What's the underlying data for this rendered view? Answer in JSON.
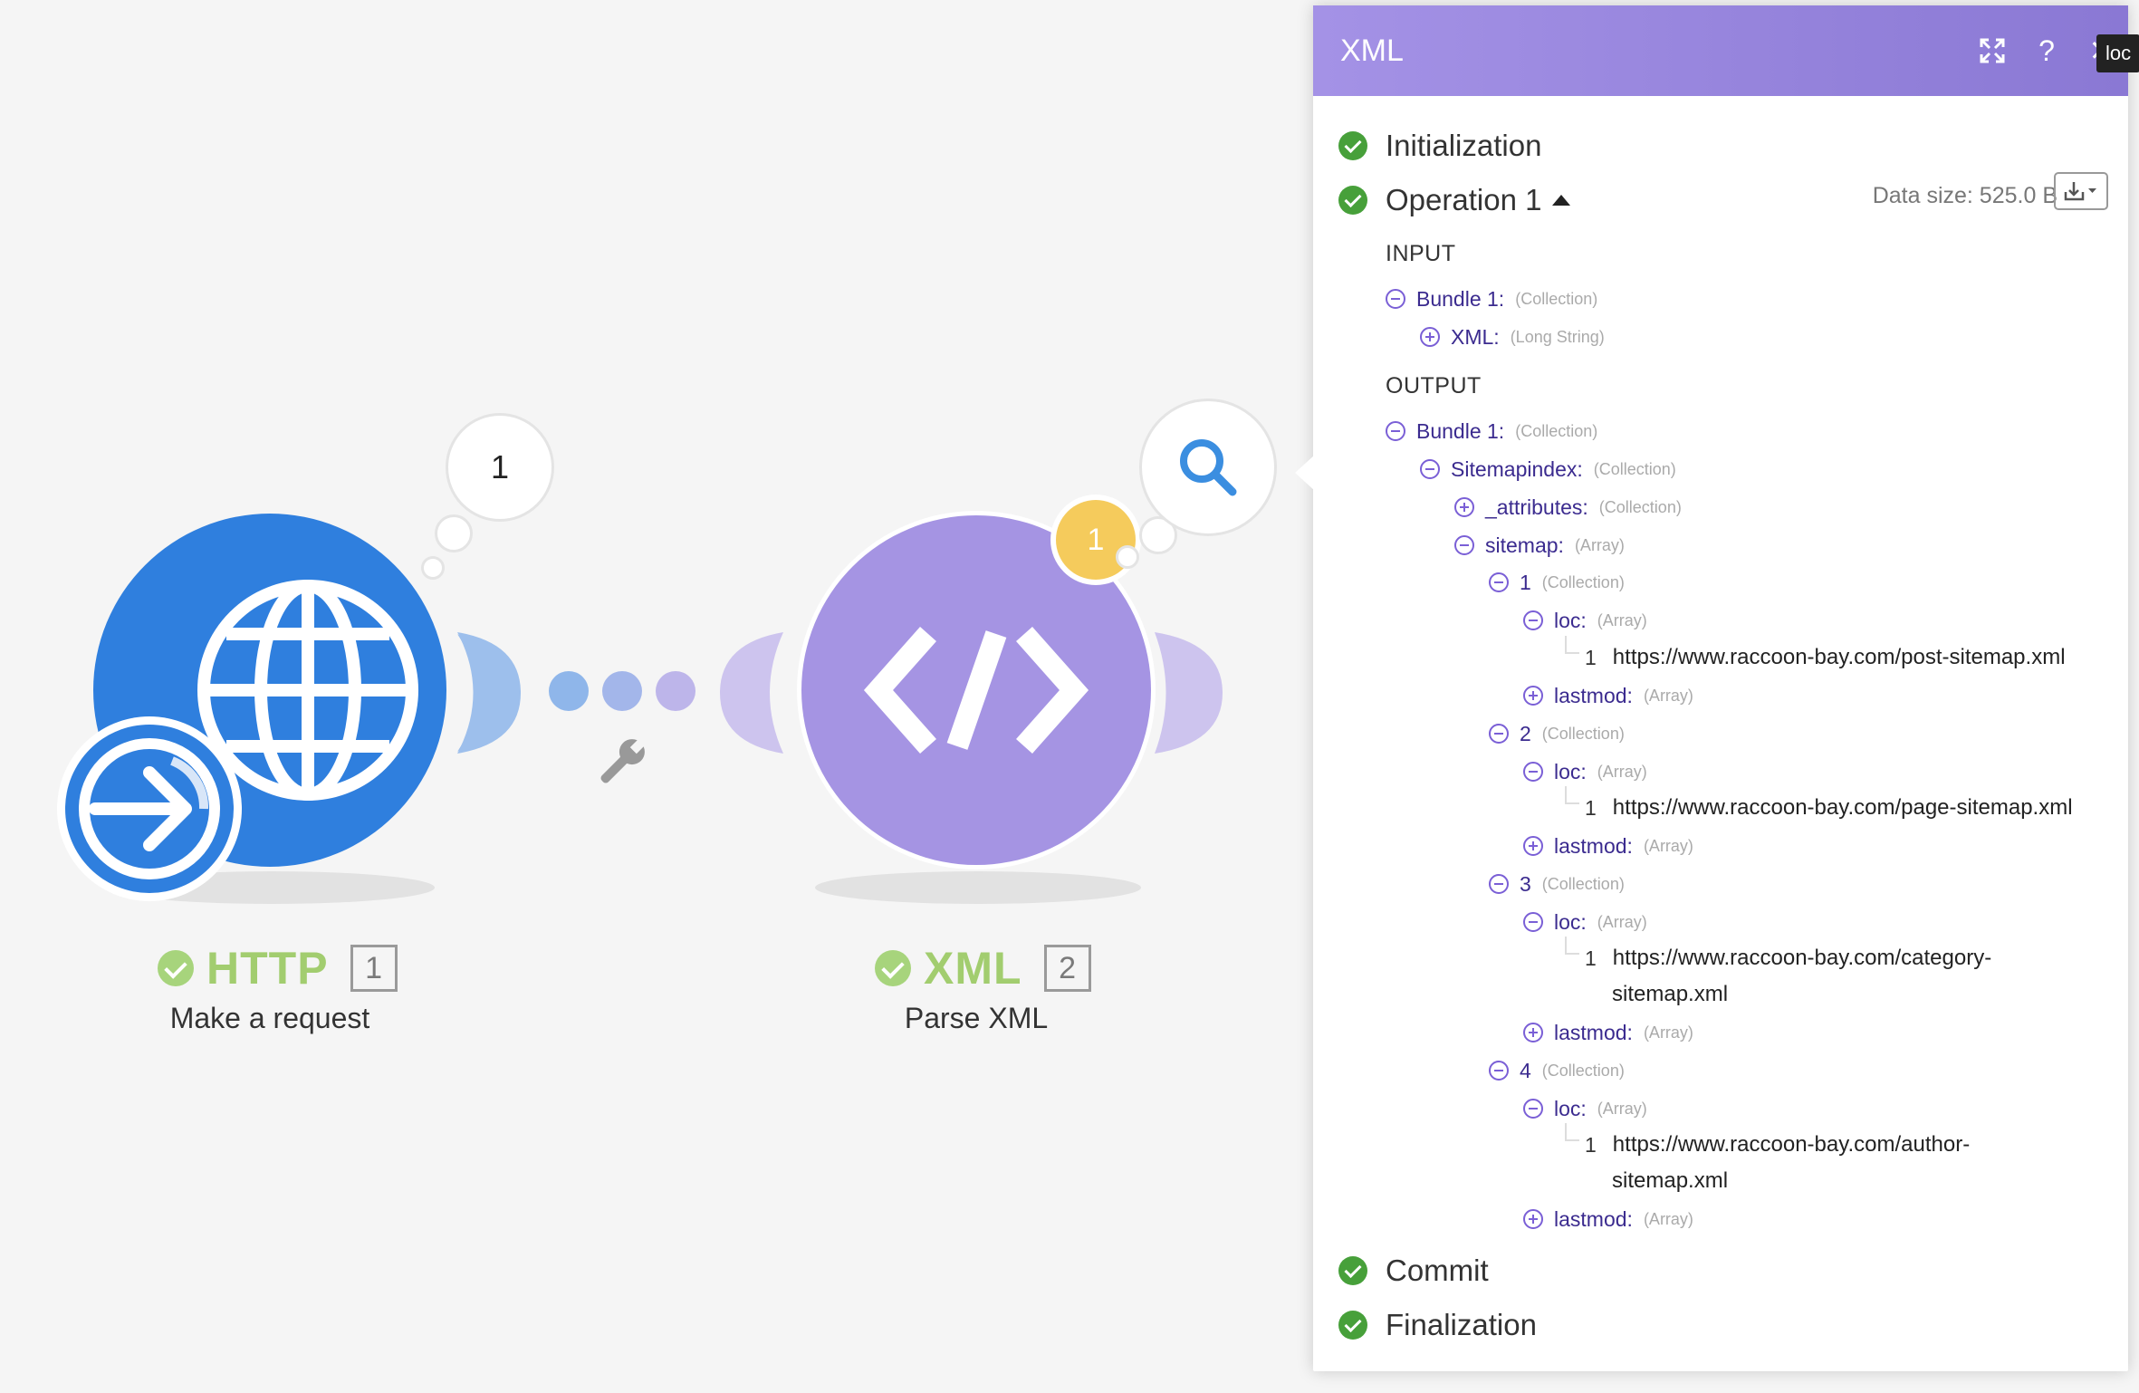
{
  "scenario": {
    "http_module": {
      "title": "HTTP",
      "number": "1",
      "subtitle": "Make a request",
      "bubble_count": "1"
    },
    "xml_module": {
      "title": "XML",
      "number": "2",
      "subtitle": "Parse XML",
      "badge_count": "1"
    }
  },
  "panel": {
    "title": "XML",
    "tooltip": "loc",
    "stages": {
      "initialization": "Initialization",
      "operation": "Operation 1",
      "commit": "Commit",
      "finalization": "Finalization"
    },
    "data_size": "Data size: 525.0 B",
    "input_label": "INPUT",
    "output_label": "OUTPUT",
    "input": {
      "bundle_key": "Bundle 1:",
      "bundle_type": "(Collection)",
      "xml_key": "XML:",
      "xml_type": "(Long String)"
    },
    "output": {
      "bundle_key": "Bundle 1:",
      "bundle_type": "(Collection)",
      "sitemapindex_key": "Sitemapindex:",
      "sitemapindex_type": "(Collection)",
      "attributes_key": "_attributes:",
      "attributes_type": "(Collection)",
      "sitemap_key": "sitemap:",
      "sitemap_type": "(Array)",
      "items": [
        {
          "index": "1",
          "type": "(Collection)",
          "loc_key": "loc:",
          "loc_type": "(Array)",
          "loc_index": "1",
          "loc_line1": "https://www.raccoon-bay.com/post-sitemap.xml",
          "loc_line2": "",
          "lastmod_key": "lastmod:",
          "lastmod_type": "(Array)"
        },
        {
          "index": "2",
          "type": "(Collection)",
          "loc_key": "loc:",
          "loc_type": "(Array)",
          "loc_index": "1",
          "loc_line1": "https://www.raccoon-bay.com/page-sitemap.xml",
          "loc_line2": "",
          "lastmod_key": "lastmod:",
          "lastmod_type": "(Array)"
        },
        {
          "index": "3",
          "type": "(Collection)",
          "loc_key": "loc:",
          "loc_type": "(Array)",
          "loc_index": "1",
          "loc_line1": "https://www.raccoon-bay.com/category-",
          "loc_line2": "sitemap.xml",
          "lastmod_key": "lastmod:",
          "lastmod_type": "(Array)"
        },
        {
          "index": "4",
          "type": "(Collection)",
          "loc_key": "loc:",
          "loc_type": "(Array)",
          "loc_index": "1",
          "loc_line1": "https://www.raccoon-bay.com/author-",
          "loc_line2": "sitemap.xml",
          "lastmod_key": "lastmod:",
          "lastmod_type": "(Array)"
        }
      ]
    }
  },
  "colors": {
    "http_blue": "#2f7fde",
    "xml_purple": "#a594e3",
    "panel_header": "#9685dd",
    "success_green": "#47a03a",
    "module_title_green": "#a2cd6f",
    "badge_yellow": "#f5cb5c"
  }
}
